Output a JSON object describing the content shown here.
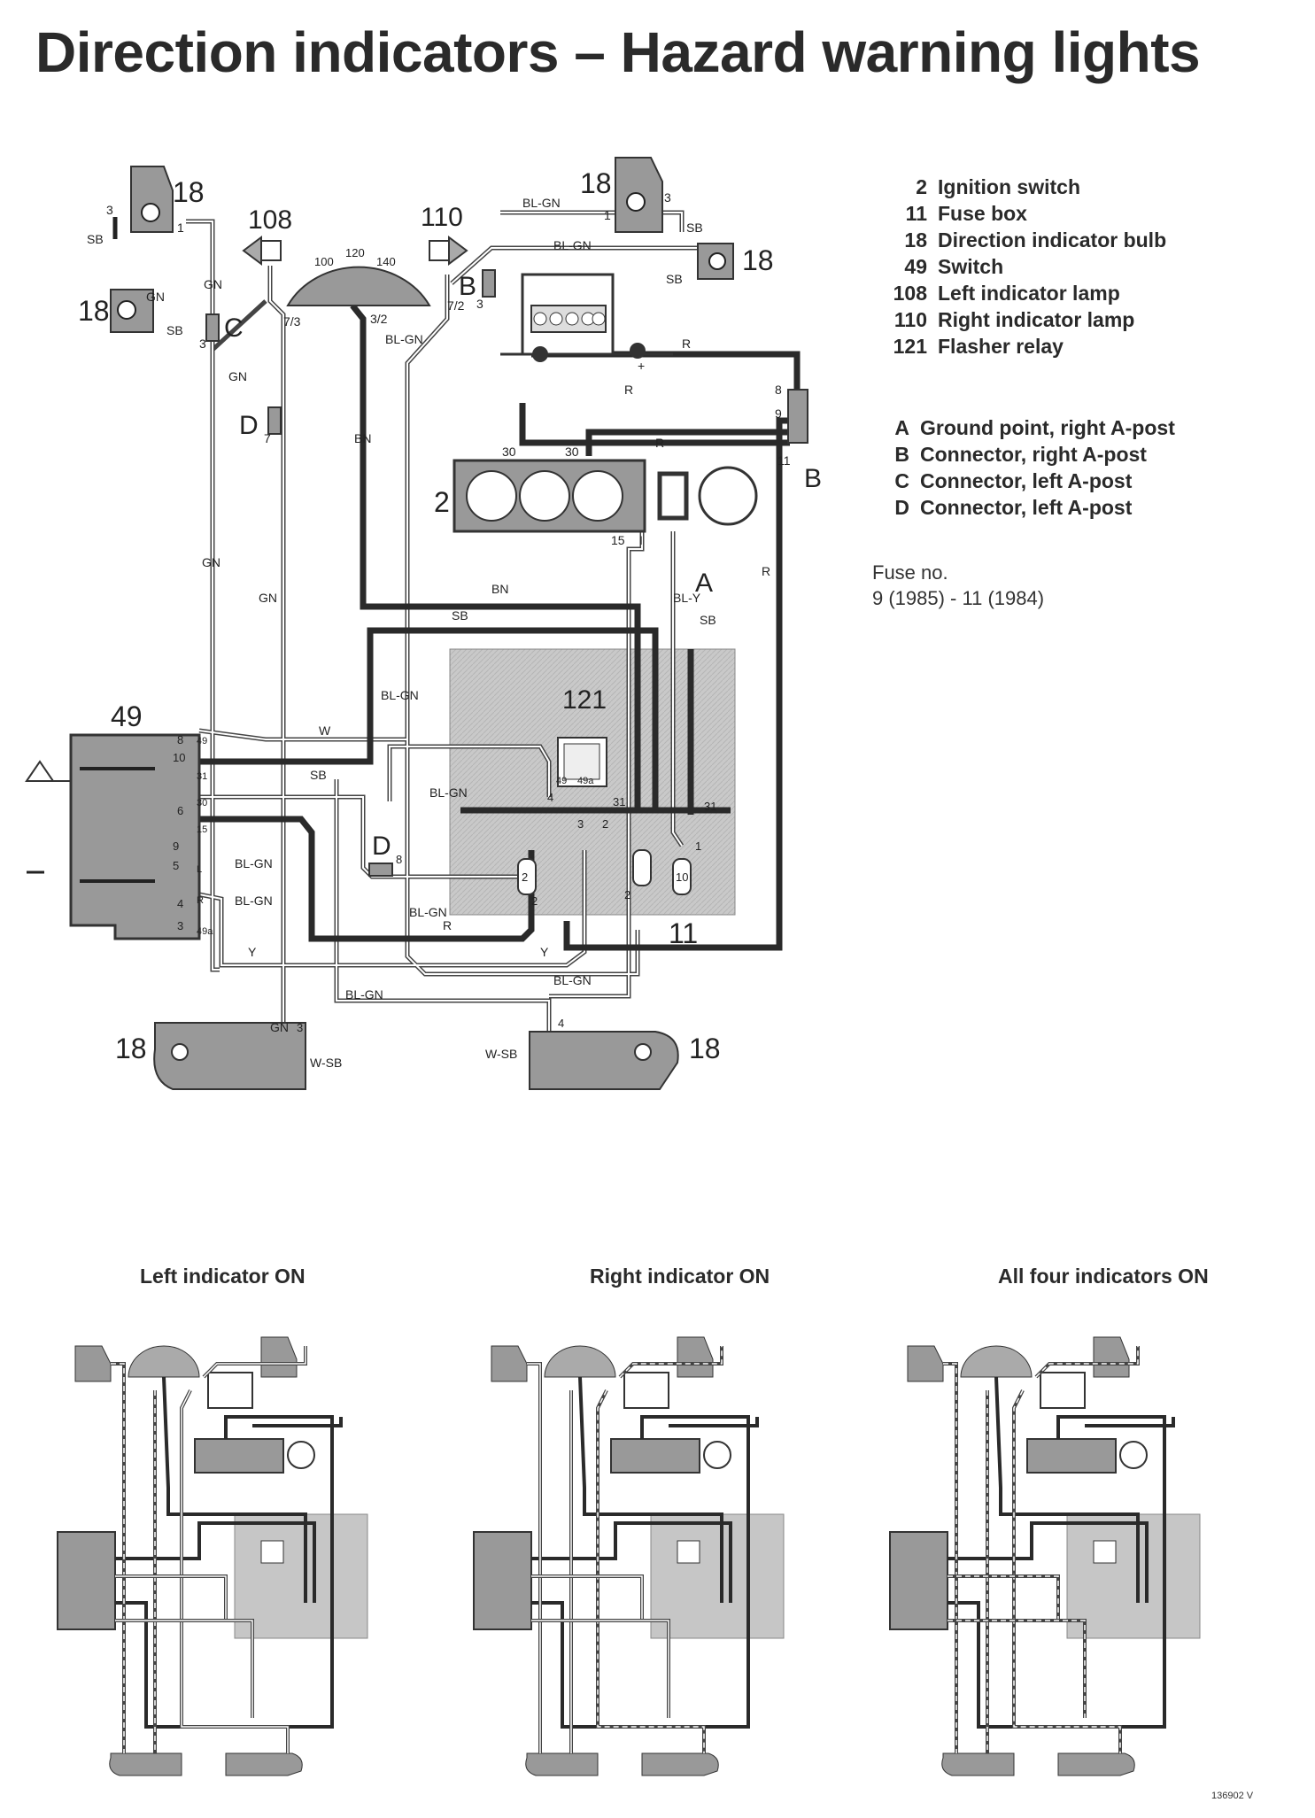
{
  "title": "Direction indicators – Hazard warning lights",
  "legend_components": [
    {
      "num": "2",
      "text": "Ignition switch"
    },
    {
      "num": "11",
      "text": "Fuse box"
    },
    {
      "num": "18",
      "text": "Direction indicator bulb"
    },
    {
      "num": "49",
      "text": "Switch"
    },
    {
      "num": "108",
      "text": "Left indicator lamp"
    },
    {
      "num": "110",
      "text": "Right indicator lamp"
    },
    {
      "num": "121",
      "text": "Flasher relay"
    }
  ],
  "legend_connectors": [
    {
      "letter": "A",
      "text": "Ground point, right A-post"
    },
    {
      "letter": "B",
      "text": "Connector, right A-post"
    },
    {
      "letter": "C",
      "text": "Connector, left A-post"
    },
    {
      "letter": "D",
      "text": "Connector, left A-post"
    }
  ],
  "fuse_note": {
    "label": "Fuse no.",
    "value": "9 (1985) - 11 (1984)"
  },
  "diagram_labels": {
    "c18": "18",
    "c108": "108",
    "c110": "110",
    "c2": "2",
    "c11": "11",
    "c49": "49",
    "c121": "121",
    "A": "A",
    "B": "B",
    "C": "C",
    "D": "D",
    "gn": "GN",
    "sb": "SB",
    "blgn": "BL-GN",
    "bn": "BN",
    "r": "R",
    "w": "W",
    "y": "Y",
    "wsb": "W-SB",
    "bly": "BL-Y",
    "p3": "3",
    "p1": "1",
    "p73": "7/3",
    "p32": "3/2",
    "p72": "7/2",
    "p7": "7",
    "p8": "8",
    "p9": "9",
    "p10": "10",
    "p11": "11",
    "p30": "30",
    "p15": "15",
    "pI": "I",
    "p31": "31",
    "p6": "6",
    "p5": "5",
    "p4": "4",
    "pL": "L",
    "pR": "R",
    "p49a": "49a",
    "p49": "49",
    "p2": "2",
    "g100": "100",
    "g120": "120",
    "g140": "140",
    "plus": "+"
  },
  "panel_titles": {
    "left": "Left indicator ON",
    "right": "Right indicator ON",
    "all": "All four indicators ON"
  },
  "ref_number": "136902 V"
}
